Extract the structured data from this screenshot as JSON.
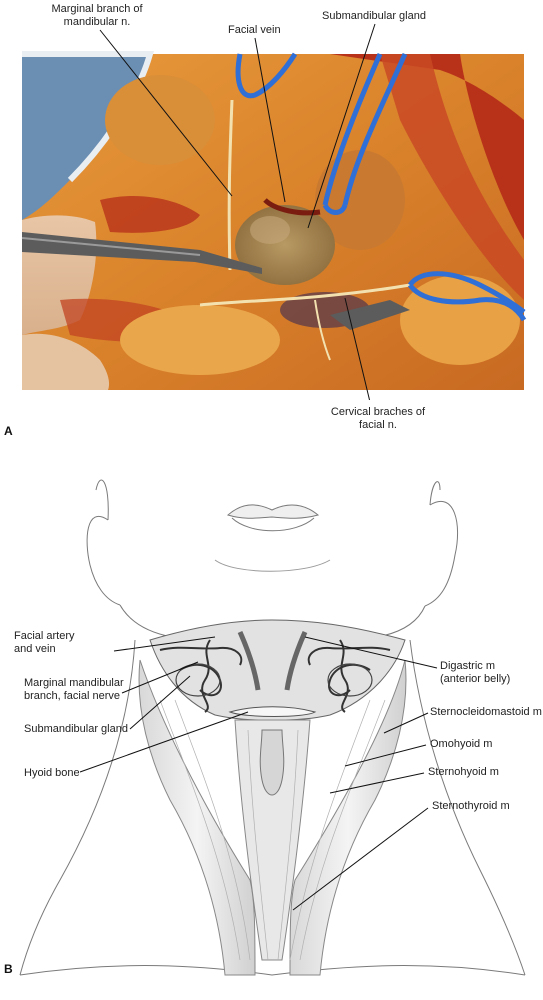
{
  "panel_a": {
    "letter": "A",
    "labels": {
      "marginal_branch": [
        "Marginal branch of",
        "mandibular n."
      ],
      "facial_vein": "Facial vein",
      "submandibular_gland": "Submandibular gland",
      "cervical_branches": [
        "Cervical braches of",
        "facial n."
      ]
    }
  },
  "panel_b": {
    "letter": "B",
    "labels": {
      "facial_artery_vein": [
        "Facial artery",
        "and vein"
      ],
      "marginal_mandibular": [
        "Marginal mandibular",
        "branch, facial nerve"
      ],
      "submandibular_gland": "Submandibular gland",
      "hyoid_bone": "Hyoid bone",
      "digastric": [
        "Digastric m",
        "(anterior belly)"
      ],
      "sternocleidomastoid": "Sternocleidomastoid m",
      "omohyoid": "Omohyoid m",
      "sternohyoid": "Sternohyoid m",
      "sternothyroid": "Sternothyroid m"
    }
  },
  "colors": {
    "tissue_orange": "#d9822b",
    "tissue_red": "#b8321a",
    "drape_blue": "#6b8fb3",
    "vessel_loop_blue": "#2f6fd6",
    "instrument_gray": "#5c5c5c"
  }
}
